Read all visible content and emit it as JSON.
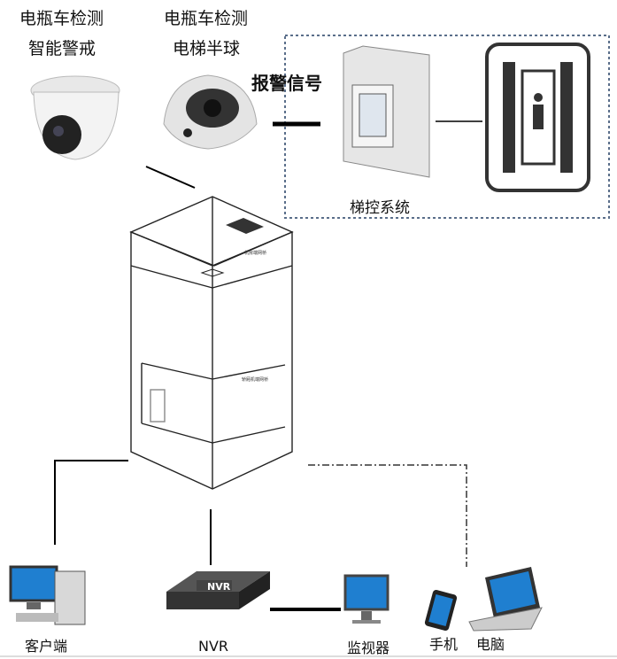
{
  "labels": {
    "cam1_line1": "电瓶车检测",
    "cam1_line2": "智能警戒",
    "cam2_line1": "电瓶车检测",
    "cam2_line2": "电梯半球",
    "alarm_signal": "报警信号",
    "elevator_control": "梯控系统",
    "bridge_machine_room": "机房端网桥",
    "bridge_car": "轿厢机端网桥",
    "client": "客户端",
    "nvr": "NVR",
    "nvr_badge": "NVR",
    "monitor": "监视器",
    "phone": "手机",
    "pc": "电脑"
  }
}
